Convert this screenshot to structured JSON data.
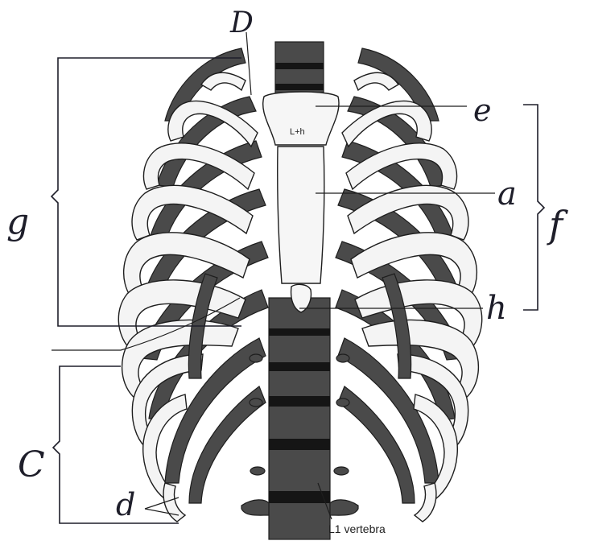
{
  "labels": {
    "D": "D",
    "e": "e",
    "a": "a",
    "f": "f",
    "g": "g",
    "h": "h",
    "c": "C",
    "d": "d",
    "vertebra": "L1 vertebra"
  },
  "colors": {
    "ink": "#1e1e2a",
    "bone_light": "#f4f4f4",
    "bone_dark": "#4a4a4a",
    "disc": "#151515"
  }
}
